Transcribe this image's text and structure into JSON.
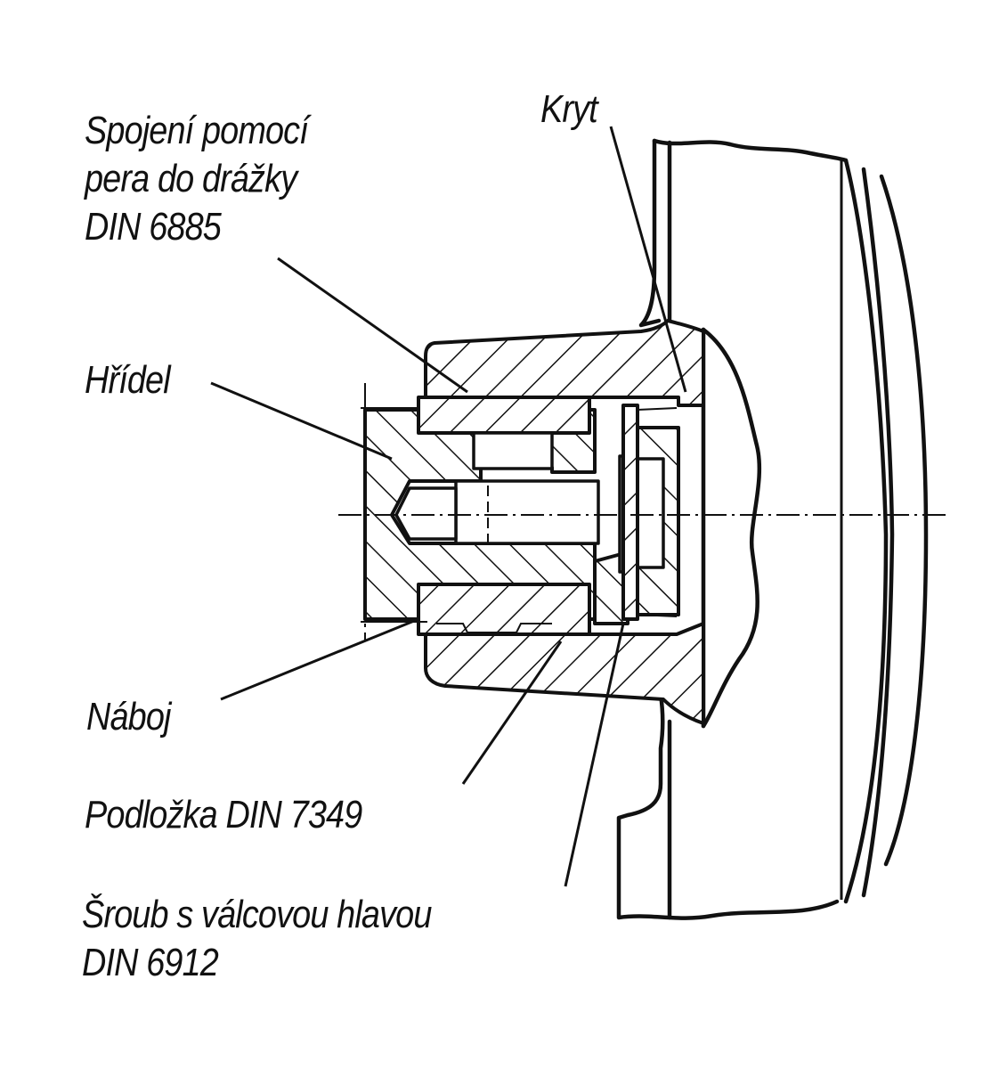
{
  "labels": {
    "feather_key": [
      "Spojení pomocí",
      "pera do drážky",
      "DIN 6885"
    ],
    "cover": "Kryt",
    "shaft": "Hřídel",
    "hub": "Náboj",
    "washer": "Podložka DIN 7349",
    "screw": [
      "Šroub s válcovou hlavou",
      "DIN 6912"
    ]
  }
}
